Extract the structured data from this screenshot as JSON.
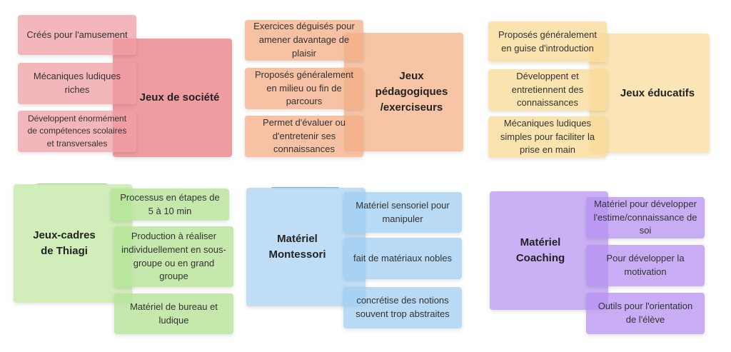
{
  "groups": {
    "societe": {
      "title": "Jeux de société",
      "notes": [
        "Créés pour l'amusement",
        "Mécaniques ludiques riches",
        "Développent énormément de compétences scolaires et transversales"
      ]
    },
    "pedagogiques": {
      "title": "Jeux pédagogiques /exerciseurs",
      "notes": [
        "Exercices déguisés pour amener davantage de plaisir",
        "Proposés généralement en milieu ou fin de parcours",
        "Permet d'évaluer ou d'entretenir ses connaissances"
      ]
    },
    "educatifs": {
      "title": "Jeux éducatifs",
      "notes": [
        "Proposés généralement en guise d'introduction",
        "Développent et entretiennent des connaissances",
        "Mécaniques ludiques simples pour faciliter la prise en main"
      ]
    },
    "thiagi": {
      "title": "Jeux-cadres de Thiagi",
      "notes": [
        "Processus en étapes de 5 à 10 min",
        "Production à réaliser individuellement en sous-groupe ou en grand groupe",
        "Matériel de bureau et ludique"
      ]
    },
    "montessori": {
      "title": "Matériel Montessori",
      "notes": [
        "Matériel sensoriel pour manipuler",
        "fait de matériaux nobles",
        "concrétise des notions souvent trop abstraites"
      ]
    },
    "coaching": {
      "title": "Matériel Coaching",
      "notes": [
        "Matériel pour développer l'estime/connaissance de soi",
        "Pour développer la motivation",
        "Outils pour l'orientation de l'élève"
      ]
    }
  },
  "colors": {
    "red": "#ea8c92",
    "orange": "#f6bb96",
    "yellow": "#fae1aa",
    "green": "#ccecb2",
    "blue": "#b8daf4",
    "purple": "#c4a8f4"
  }
}
